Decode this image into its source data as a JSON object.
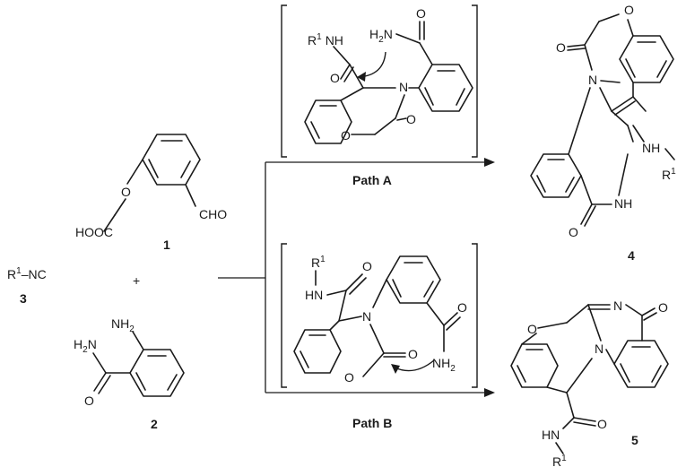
{
  "compounds": {
    "c1": {
      "number": "1",
      "cho": "CHO",
      "cooh": "HOOC",
      "o": "O"
    },
    "c2": {
      "number": "2",
      "nh2_top": "NH",
      "nh2_top_sub": "2",
      "amide_n": "H",
      "amide_n2": "N",
      "amide_sub": "2",
      "o": "O"
    },
    "c3": {
      "number": "3",
      "r": "R",
      "r_sup": "1",
      "nc": "–NC"
    },
    "c4": {
      "number": "4",
      "o_ring": "O",
      "o_carbonyl1": "O",
      "n1": "N",
      "nh_amide": "NH",
      "r": "R",
      "r_sup": "1",
      "nh_ring": "NH",
      "o_carbonyl2": "O"
    },
    "c5": {
      "number": "5",
      "o_ring": "O",
      "n_imine": "N",
      "o_carbonyl": "O",
      "n_ring": "N",
      "o_amide": "O",
      "hn": "HN",
      "r": "R",
      "r_sup": "1"
    }
  },
  "plus": "+",
  "intermediates": {
    "path_a": {
      "label": "Path A",
      "r": "R",
      "r_sup": "1",
      "nh": "NH",
      "h2n": "H",
      "h2n_sub": "2",
      "h2n_n": "N",
      "o_amide": "O",
      "o_top": "O",
      "n_ring": "N",
      "o_ring": "O",
      "o_lactam": "O"
    },
    "path_b": {
      "label": "Path B",
      "r": "R",
      "r_sup": "1",
      "hn": "HN",
      "o_amide": "O",
      "n_ring": "N",
      "o_ring": "O",
      "o_lactam": "O",
      "o_side": "O",
      "nh2": "NH",
      "nh2_sub": "2"
    }
  }
}
